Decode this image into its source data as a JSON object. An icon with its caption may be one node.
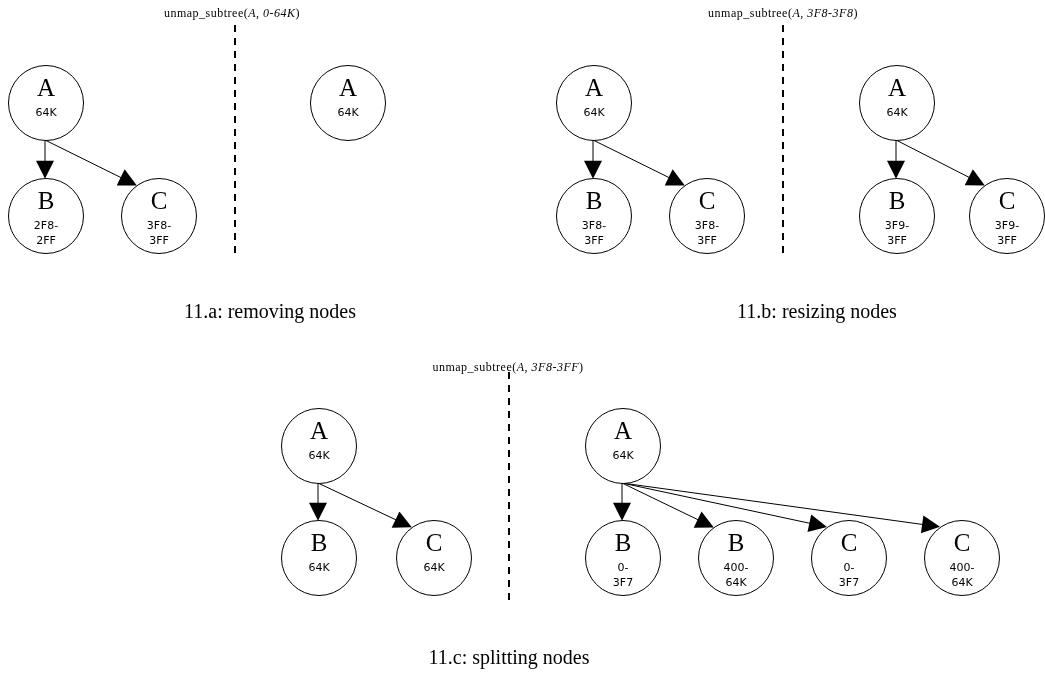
{
  "diagram": {
    "nodes": [
      {
        "text": [
          "A",
          "64K"
        ]
      },
      {
        "text": [
          "B",
          "2F8-2FF"
        ]
      },
      {
        "text": [
          "C",
          "3F8-3FF"
        ]
      },
      {
        "text": [
          "A",
          "64K"
        ]
      },
      {
        "text": [
          "A",
          "64K"
        ]
      },
      {
        "text": [
          "B",
          "3F8-3FF"
        ]
      },
      {
        "text": [
          "C",
          "3F8-3FF"
        ]
      },
      {
        "text": [
          "A",
          "64K"
        ]
      },
      {
        "text": [
          "B",
          "3F9-3FF"
        ]
      },
      {
        "text": [
          "C",
          "3F9-3FF"
        ]
      },
      {
        "text": [
          "A",
          "64K"
        ]
      },
      {
        "text": [
          "B",
          "64K"
        ]
      },
      {
        "text": [
          "C",
          "64K"
        ]
      },
      {
        "text": [
          "A",
          "64K"
        ]
      },
      {
        "text": [
          "B",
          "0-3F7"
        ]
      },
      {
        "text": [
          "B",
          "400-64K"
        ]
      },
      {
        "text": [
          "C",
          "0-3F7"
        ]
      },
      {
        "text": [
          "C",
          "400-64K"
        ]
      }
    ],
    "edges": [
      {
        "from": 0,
        "to": 1,
        "arrow": "to"
      },
      {
        "from": 0,
        "to": 2,
        "arrow": "to"
      },
      {
        "from": 4,
        "to": 5,
        "arrow": "to"
      },
      {
        "from": 4,
        "to": 6,
        "arrow": "to"
      },
      {
        "from": 7,
        "to": 8,
        "arrow": "to"
      },
      {
        "from": 7,
        "to": 9,
        "arrow": "to"
      },
      {
        "from": 10,
        "to": 11,
        "arrow": "to"
      },
      {
        "from": 10,
        "to": 12,
        "arrow": "to"
      },
      {
        "from": 13,
        "to": 14,
        "arrow": "to"
      },
      {
        "from": 13,
        "to": 15,
        "arrow": "to"
      },
      {
        "from": 13,
        "to": 16,
        "arrow": "to"
      },
      {
        "from": 13,
        "to": 17,
        "arrow": "to"
      }
    ],
    "labels": [
      "unmap_subtree(*A, 0-64K*)",
      "unmap_subtree(*A, 3F8-3F8*)",
      "11.a: removing nodes",
      "11.b: resizing nodes",
      "unmap_subtree(*A, 3F8-3FF*)",
      "11.c: splitting nodes"
    ]
  }
}
